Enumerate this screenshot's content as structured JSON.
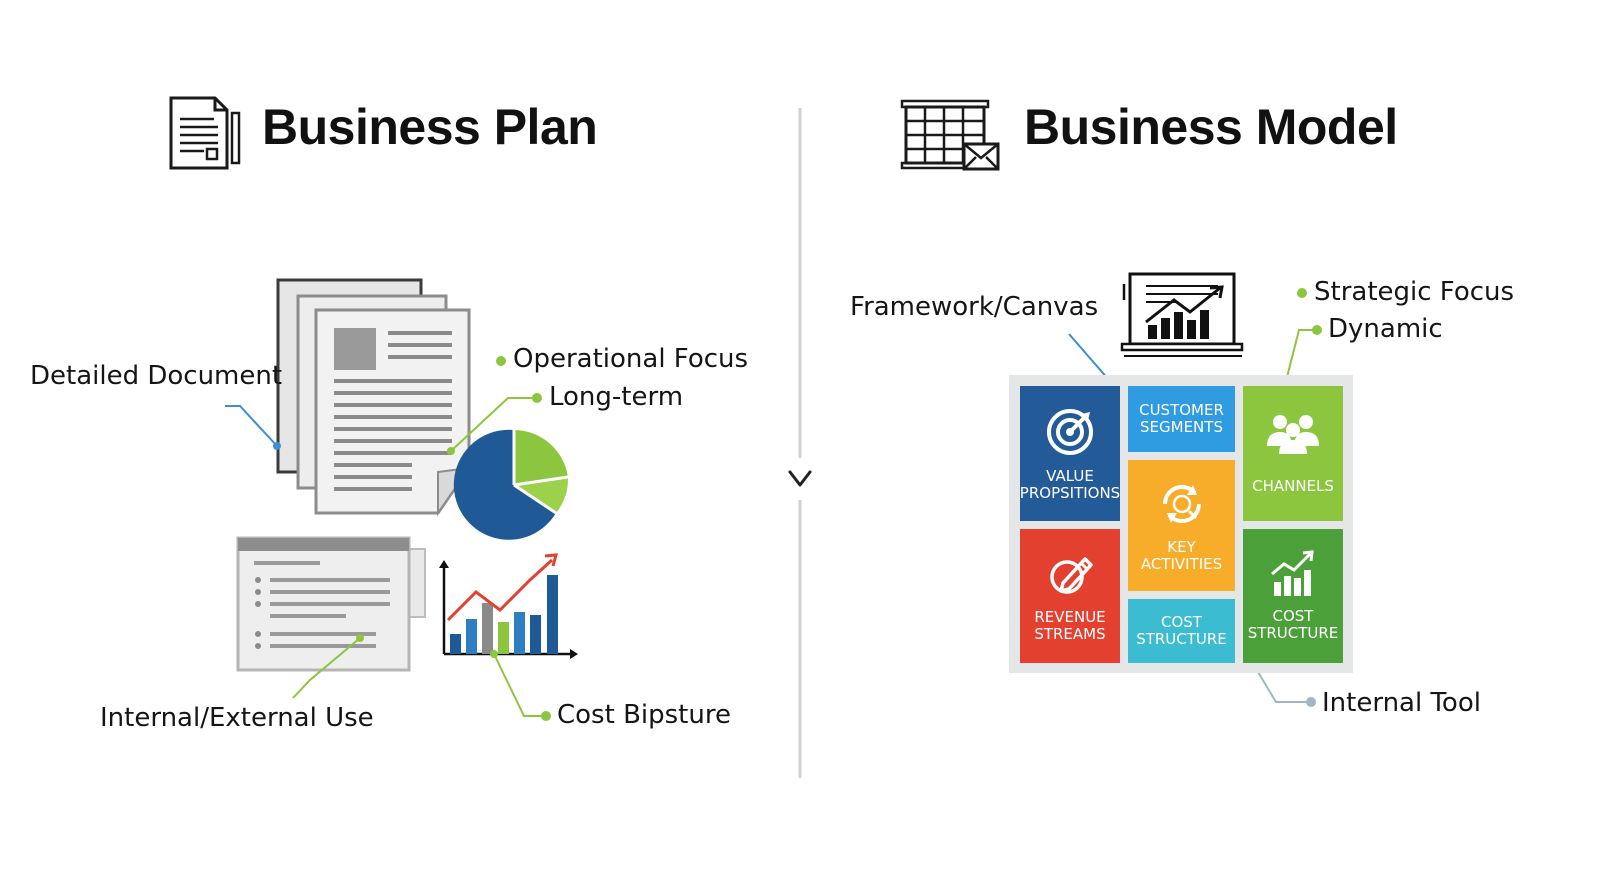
{
  "left": {
    "title": "Business Plan",
    "title_icon": "document-icon",
    "labels": {
      "detailed_document": "Detailed Document",
      "operational_focus": "Operational Focus",
      "long_term": "Long-term",
      "internal_external_use": "Internal/External Use",
      "cost": "Cost Bipsture"
    }
  },
  "right": {
    "title": "Business Model",
    "title_icon": "canvas-grid-icon",
    "labels": {
      "framework_canvas": "Framework/Canvas",
      "strategic_focus": "Strategic Focus",
      "dynamic": "Dynamic",
      "internal_tool": "Internal Tool"
    },
    "canvas_blocks": {
      "value_propositions": "VALUE\nPROPSITIONS",
      "customer_segments": "CUSTOMER\nSEGMENTS",
      "channels": "CHANNELS",
      "key_activities": "KEY\nACTIVITIES",
      "revenue_streams": "REVENUE\nSTREAMS",
      "cost_structure_mid": "COST\nSTRUCTURE",
      "cost_structure_right": "COST\nSTRUCTURE"
    },
    "canvas_icons": {
      "value_propositions": "target-icon",
      "key_activities": "cycle-icon",
      "channels": "people-icon",
      "revenue_streams": "pen-icon",
      "cost_structure_right": "growth-chart-icon"
    }
  },
  "colors": {
    "accent_blue": "#3d8fd1",
    "accent_green": "#8cc63f",
    "dark_blue": "#1f5a96",
    "canvas_navy": "#235b99",
    "canvas_light_blue": "#2f9be0",
    "canvas_lime": "#8cc63f",
    "canvas_orange": "#f7ac2a",
    "canvas_red": "#e4402f",
    "canvas_teal": "#3bbcd1",
    "canvas_green": "#4ca03a"
  }
}
